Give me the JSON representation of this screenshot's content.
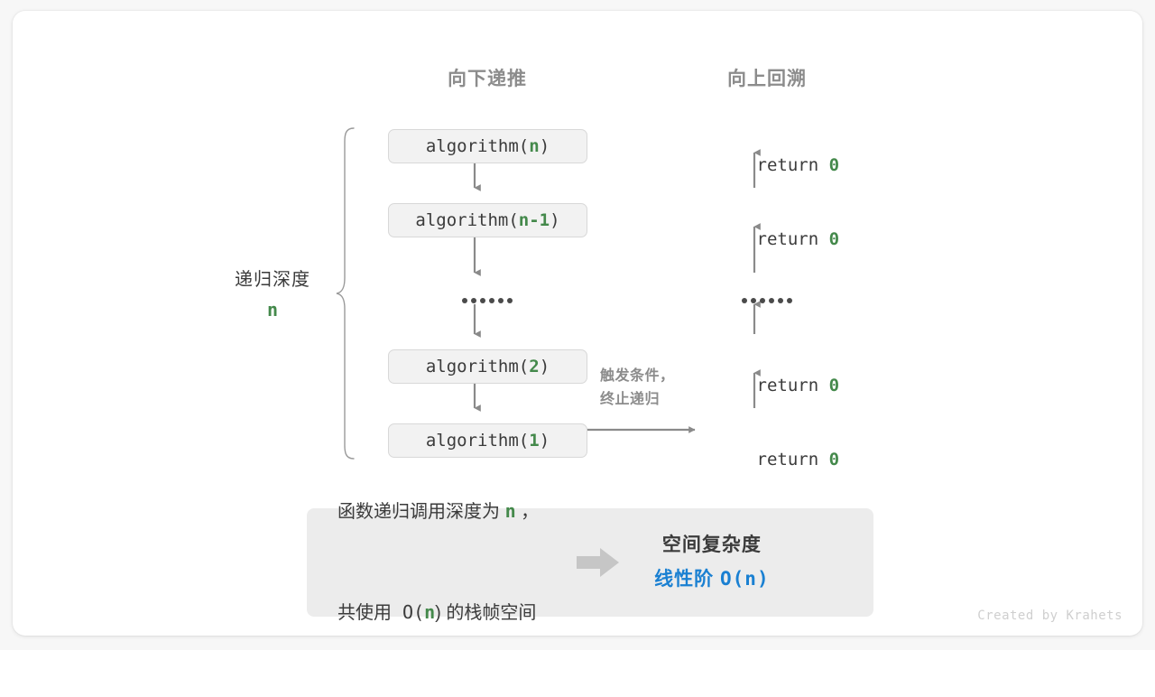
{
  "headers": {
    "down": "向下递推",
    "up": "向上回溯"
  },
  "depth": {
    "label": "递归深度",
    "value": "n"
  },
  "calls": [
    {
      "name": "algorithm(",
      "arg": "n",
      "close": ")"
    },
    {
      "name": "algorithm(",
      "arg": "n-1",
      "close": ")"
    },
    {
      "name": "algorithm(",
      "arg": "2",
      "close": ")"
    },
    {
      "name": "algorithm(",
      "arg": "1",
      "close": ")"
    }
  ],
  "returns": [
    {
      "text": "return ",
      "value": "0"
    },
    {
      "text": "return ",
      "value": "0"
    },
    {
      "text": "return ",
      "value": "0"
    },
    {
      "text": "return ",
      "value": "0"
    }
  ],
  "ellipsis": "••••••",
  "trigger_note": {
    "line1": "触发条件，",
    "line2": "终止递归"
  },
  "summary": {
    "left_line1_a": "函数递归调用深度为 ",
    "left_line1_var": "n",
    "left_line1_b": " ，",
    "left_line2_a": "共使用 O(",
    "left_line2_var": "n",
    "left_line2_b": ") 的栈帧空间",
    "right_title": "空间复杂度",
    "right_value_a": "线性阶 ",
    "right_value_b": "O(n)"
  },
  "credit": "Created by Krahets",
  "colors": {
    "green": "#44894b",
    "blue": "#1a80d2",
    "gray_text": "#3b3b3b",
    "gray_muted": "#8c8c8c",
    "box_fill": "#f2f2f2",
    "panel_fill": "#ececec",
    "arrow": "#8a8a8a"
  }
}
